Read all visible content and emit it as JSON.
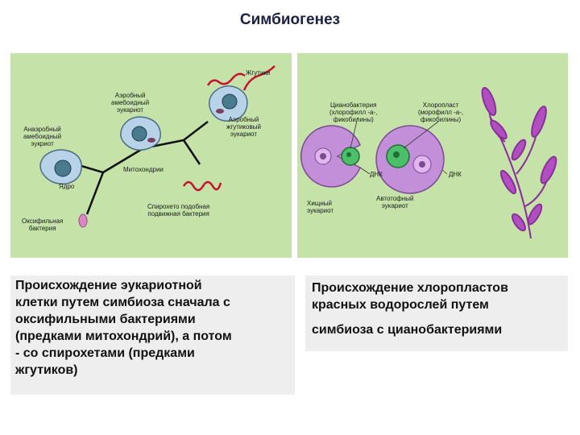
{
  "title": "Симбиогенез",
  "left_panel": {
    "labels": {
      "flagella": "Жгутики",
      "aerobic_amoeboid": [
        "Аэробный",
        "амебоидный",
        "эукариот"
      ],
      "anaerobic_amoeboid": [
        "Анаэробный",
        "амебоидный",
        "эукриот"
      ],
      "aerobic_flagellate": [
        "Аэробный",
        "жгутиковый",
        "эукариот"
      ],
      "mitochondria": "Митохондрии",
      "nucleus": "Ядро",
      "spirochete": [
        "Спирохето подобная",
        "подвижная бактерия"
      ],
      "oxyphilic": [
        "Оксифильная",
        "бактерия"
      ]
    }
  },
  "right_panel": {
    "labels": {
      "cyanobacterium": [
        "Цианобактерия",
        "(хлорофилл -а-,",
        "фикобилины)"
      ],
      "chloroplast": [
        "Хлоропласт",
        "(морофилл -а-,",
        "фикобилины)"
      ],
      "dna_1": "ДНК",
      "dna_2": "ДНК",
      "predatory": [
        "Хищный",
        "эукариот"
      ],
      "autotrophic": [
        "Автотофный",
        "эукариот"
      ]
    }
  },
  "captions": {
    "left": [
      "Происхождение эукариотной",
      "клетки путем симбиоза сначала с",
      "оксифильными бактериями",
      "(предками митохондрий), а потом",
      "- со спирохетами (предками",
      "жгутиков)"
    ],
    "right": [
      "Происхождение хлоропластов",
      "красных водорослей путем",
      "симбиоза с цианобактериями"
    ]
  },
  "colors": {
    "panel_bg": "#c5e3a9",
    "cell_fill": "#b8d3e8",
    "nucleus_fill": "#4a7a8e",
    "spirochete": "#c8102e",
    "eukaryote_purple": "#c28fd8",
    "cyanobacterium_green": "#4bbf6a",
    "alga_magenta": "#b04fc0",
    "oxyphilic_pink": "#d889c4"
  }
}
